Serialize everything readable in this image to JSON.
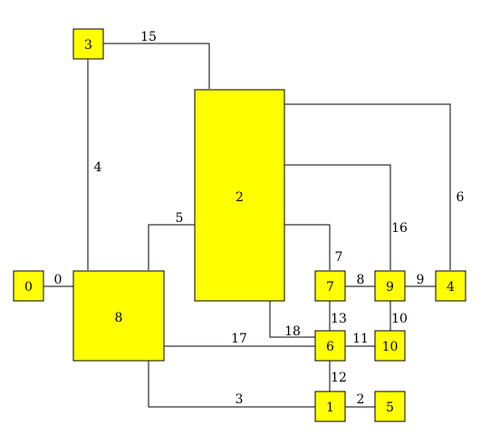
{
  "colors": {
    "node_fill": "#ffff00",
    "node_border": "#000000",
    "edge": "#000000",
    "background": "#ffffff"
  },
  "nodes": [
    {
      "id": "n0",
      "label": "0"
    },
    {
      "id": "n1",
      "label": "1"
    },
    {
      "id": "n2",
      "label": "2"
    },
    {
      "id": "n3",
      "label": "3"
    },
    {
      "id": "n4",
      "label": "4"
    },
    {
      "id": "n5",
      "label": "5"
    },
    {
      "id": "n6",
      "label": "6"
    },
    {
      "id": "n7",
      "label": "7"
    },
    {
      "id": "n8",
      "label": "8"
    },
    {
      "id": "n9",
      "label": "9"
    },
    {
      "id": "n10",
      "label": "10"
    }
  ],
  "edges": [
    {
      "id": "e0",
      "label": "0",
      "from": "0",
      "to": "8"
    },
    {
      "id": "e2",
      "label": "2",
      "from": "1",
      "to": "5"
    },
    {
      "id": "e3",
      "label": "3",
      "from": "8",
      "to": "1"
    },
    {
      "id": "e4",
      "label": "4",
      "from": "3",
      "to": "8"
    },
    {
      "id": "e5",
      "label": "5",
      "from": "8",
      "to": "2"
    },
    {
      "id": "e6",
      "label": "6",
      "from": "2",
      "to": "4"
    },
    {
      "id": "e7",
      "label": "7",
      "from": "2",
      "to": "7"
    },
    {
      "id": "e8",
      "label": "8",
      "from": "7",
      "to": "9"
    },
    {
      "id": "e9",
      "label": "9",
      "from": "9",
      "to": "4"
    },
    {
      "id": "e10",
      "label": "10",
      "from": "9",
      "to": "10"
    },
    {
      "id": "e11",
      "label": "11",
      "from": "6",
      "to": "10"
    },
    {
      "id": "e12",
      "label": "12",
      "from": "6",
      "to": "1"
    },
    {
      "id": "e13",
      "label": "13",
      "from": "7",
      "to": "6"
    },
    {
      "id": "e15",
      "label": "15",
      "from": "3",
      "to": "2"
    },
    {
      "id": "e16",
      "label": "16",
      "from": "2",
      "to": "9"
    },
    {
      "id": "e17",
      "label": "17",
      "from": "8",
      "to": "6"
    },
    {
      "id": "e18",
      "label": "18",
      "from": "2",
      "to": "6"
    }
  ]
}
